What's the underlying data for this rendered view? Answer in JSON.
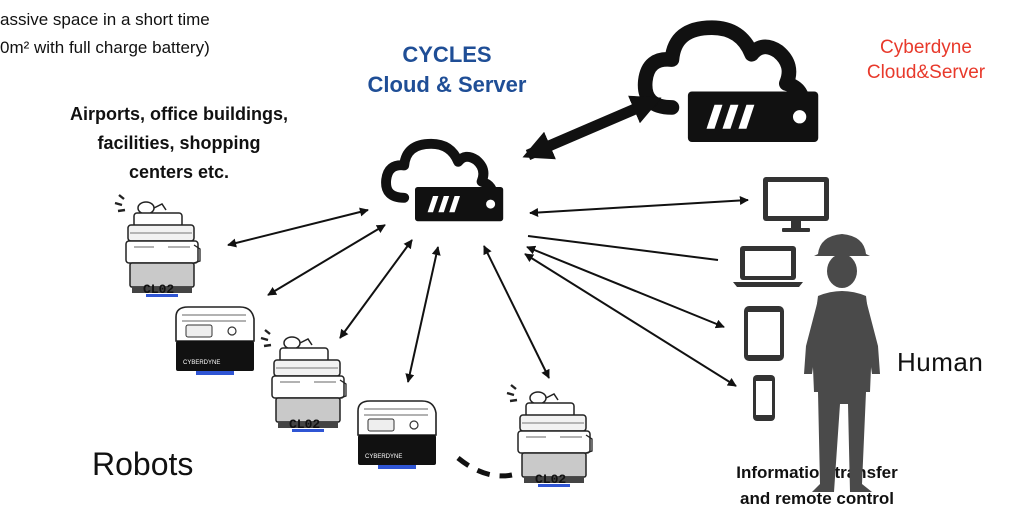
{
  "top_text": {
    "line1": "assive space in a short time",
    "line2": "0m² with full charge battery)"
  },
  "cycles": {
    "line1": "CYCLES",
    "line2": "Cloud & Server",
    "color": "#1f4e96"
  },
  "cyberdyne": {
    "line1": "Cyberdyne",
    "line2": "Cloud&Server",
    "color": "#e8392b"
  },
  "locations": {
    "line1": "Airports, office buildings,",
    "line2": "facilities, shopping",
    "line3": "centers etc."
  },
  "human_label": "Human",
  "robots_label": "Robots",
  "info": {
    "line1": "Information transfer",
    "line2": "and remote control"
  },
  "robot_panel_label": "CL02",
  "robot_brand_label": "CYBERDYNE",
  "icons": [
    "cloud-server-icon",
    "robot-icon",
    "monitor-icon",
    "laptop-icon",
    "tablet-icon",
    "smartphone-icon",
    "human-silhouette-icon",
    "double-arrow-icon"
  ]
}
